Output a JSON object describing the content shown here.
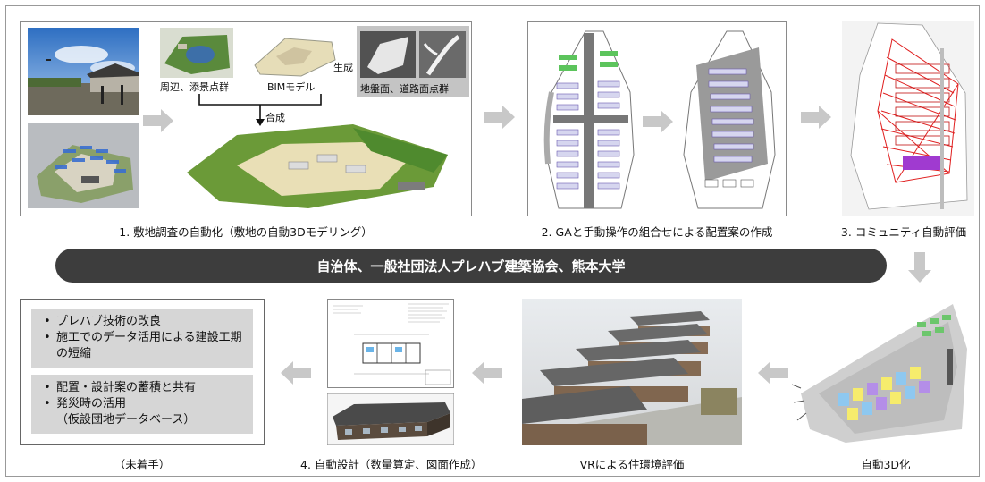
{
  "banner": {
    "text": "自治体、一般社団法人プレハブ建築協会、熊本大学"
  },
  "step1": {
    "caption": "1. 敷地調査の自動化（敷地の自動3Dモデリング）",
    "label_surroundings": "周辺、添景点群",
    "label_bim": "BIMモデル",
    "label_generate": "生成",
    "label_ground": "地盤面、道路面点群",
    "label_merge": "合成"
  },
  "step2": {
    "caption": "2. GAと手動操作の組合せによる配置案の作成"
  },
  "step3": {
    "caption": "3. コミュニティ自動評価"
  },
  "step3d": {
    "caption": "自動3D化"
  },
  "vr": {
    "caption": "VRによる住環境評価"
  },
  "step4": {
    "caption": "4. 自動設計（数量算定、図面作成）"
  },
  "outcome": {
    "caption": "（未着手）",
    "group1": [
      "プレハブ技術の改良",
      "施工でのデータ活用による建設工期の短縮"
    ],
    "group2": [
      "配置・設計案の蓄積と共有",
      "発災時の活用",
      "（仮設団地データベース）"
    ]
  },
  "colors": {
    "banner": "#3d3d3d",
    "arrow": "#c8c8c8",
    "panel": "#d6d6d6"
  }
}
